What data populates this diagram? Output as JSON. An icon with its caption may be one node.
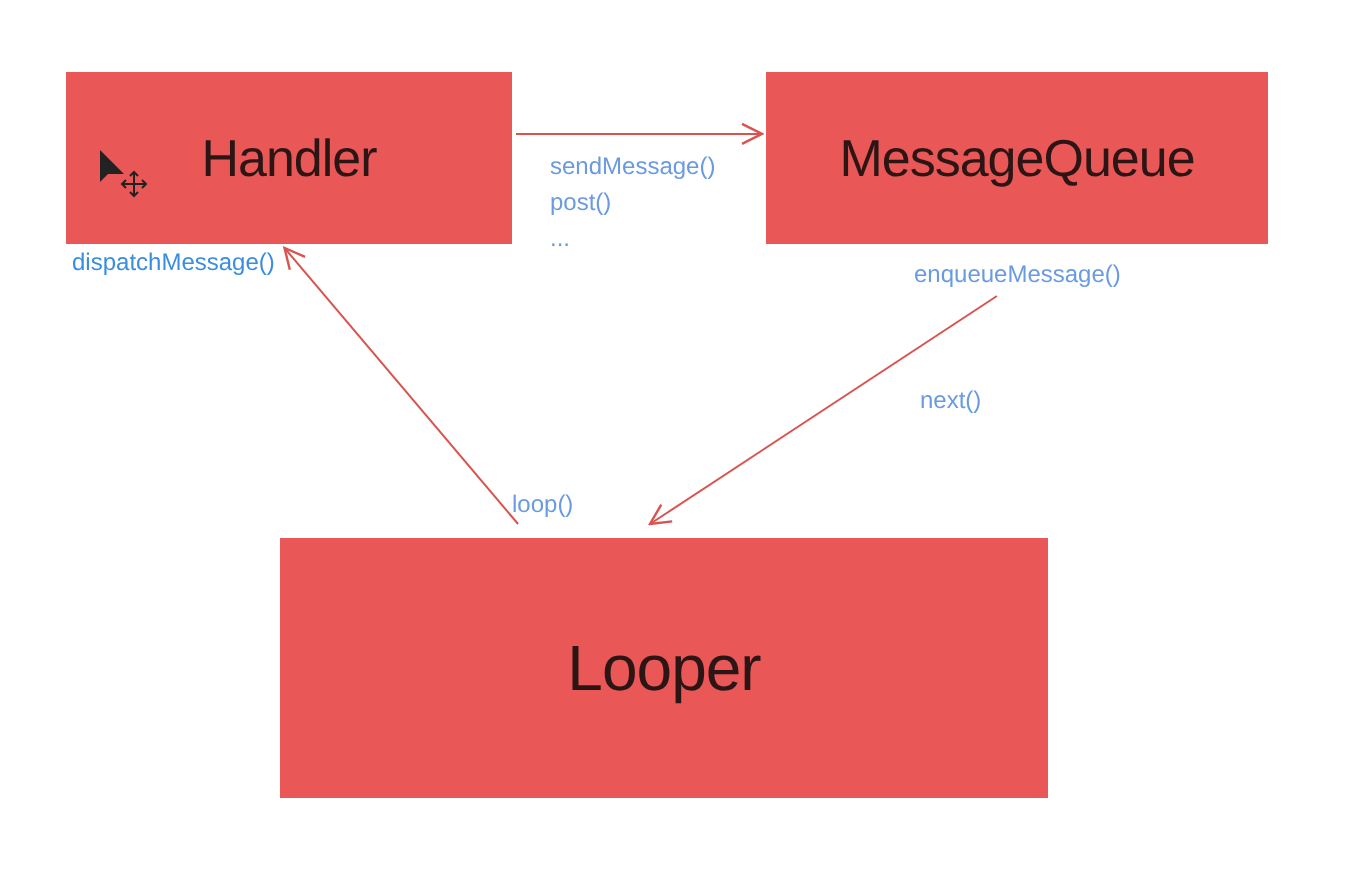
{
  "diagram": {
    "nodes": [
      {
        "text": [
          "Handler"
        ]
      },
      {
        "text": [
          "MessageQueue"
        ]
      },
      {
        "text": [
          "Looper"
        ]
      }
    ],
    "edges": [
      {
        "from": 0,
        "to": 1,
        "arrow": "to"
      },
      {
        "from": 1,
        "to": 2,
        "arrow": "to"
      },
      {
        "from": 2,
        "to": 0,
        "arrow": "to"
      }
    ],
    "labels": [
      "sendMessage()",
      "post()",
      "...",
      "dispatchMessage()",
      "enqueueMessage()",
      "next()",
      "loop()"
    ]
  }
}
